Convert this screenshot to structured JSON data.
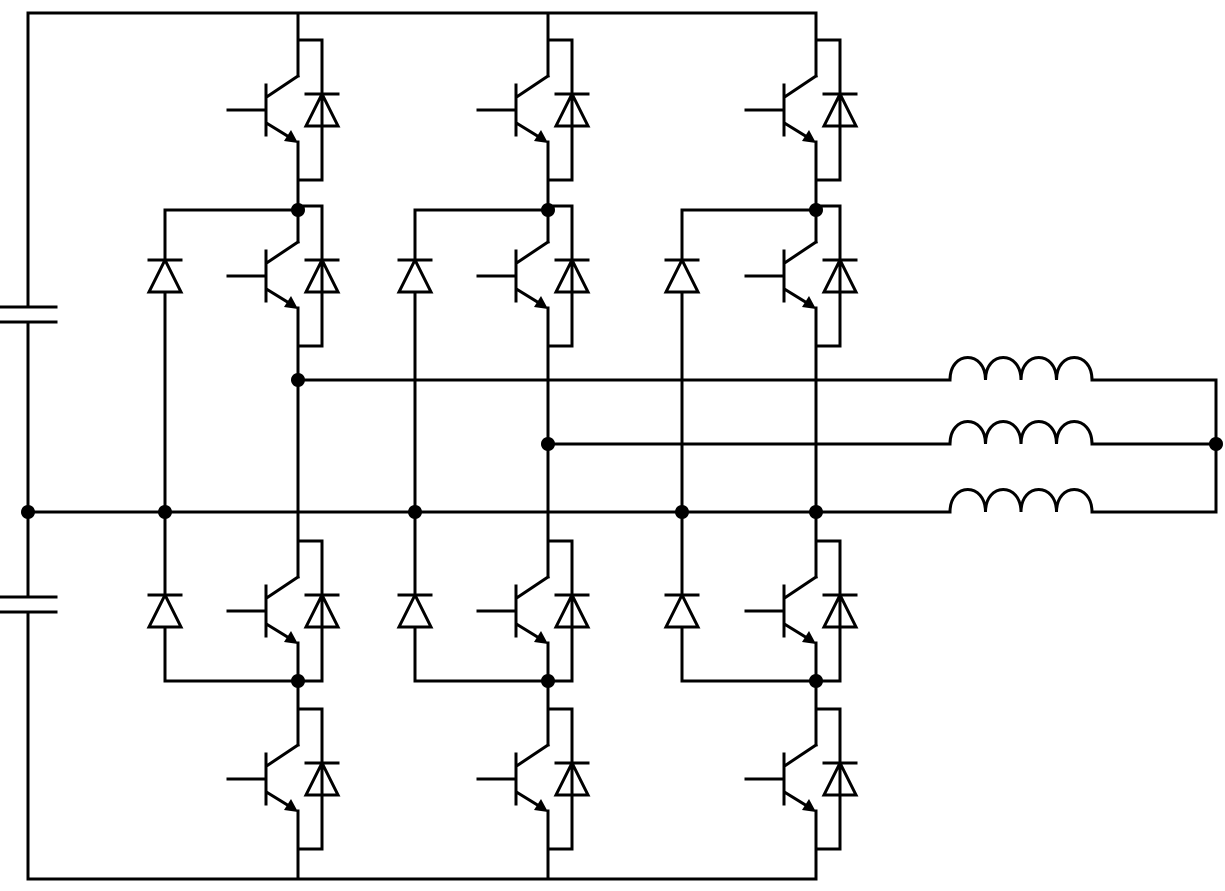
{
  "diagram": {
    "type": "three-level NPC inverter schematic",
    "colors": {
      "wire": "#000000",
      "background": "#ffffff"
    },
    "legs": [
      {
        "phase_output": "top-inductor"
      },
      {
        "phase_output": "middle-inductor"
      },
      {
        "phase_output": "bottom-inductor"
      }
    ],
    "components": {
      "switches_per_leg": 4,
      "switch_symbol": "igbt-with-antiparallel-diode",
      "clamp_diodes_per_leg": 2,
      "dc_link_capacitors": 2,
      "load_inductors": 3,
      "load_connection": "star"
    }
  }
}
